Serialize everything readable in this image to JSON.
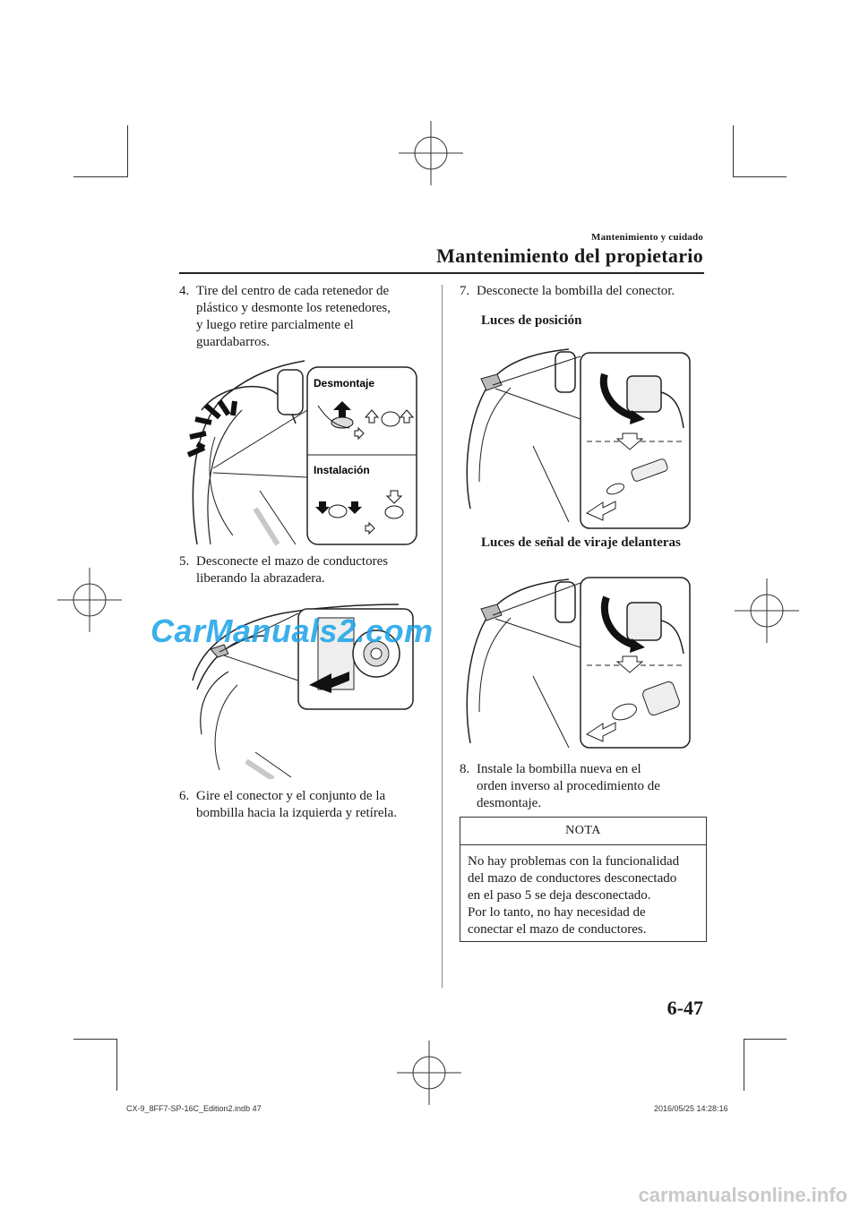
{
  "header": {
    "section_small": "Mantenimiento y cuidado",
    "section_big": "Mantenimiento del propietario"
  },
  "left": {
    "step4": {
      "num": "4.",
      "lines": [
        "Tire del centro de cada retenedor de",
        "plástico y desmonte los retenedores,",
        "y luego retire parcialmente el",
        "guardabarros."
      ]
    },
    "fig1": {
      "label_remove": "Desmontaje",
      "label_install": "Instalación"
    },
    "step5": {
      "num": "5.",
      "lines": [
        "Desconecte el mazo de conductores",
        "liberando la abrazadera."
      ]
    },
    "step6": {
      "num": "6.",
      "lines": [
        "Gire el conector y el conjunto de la",
        "bombilla hacia la izquierda y retírela."
      ]
    }
  },
  "right": {
    "step7": {
      "num": "7.",
      "text": "Desconecte la bombilla del conector."
    },
    "caption_position": "Luces de posición",
    "caption_turn": "Luces de señal de viraje delanteras",
    "step8": {
      "num": "8.",
      "lines": [
        "Instale la bombilla nueva en el",
        "orden inverso al procedimiento de",
        "desmontaje."
      ]
    },
    "note": {
      "title": "NOTA",
      "lines": [
        "No hay problemas con la funcionalidad",
        "del mazo de conductores desconectado",
        "en el paso 5 se deja desconectado.",
        "Por lo tanto, no hay necesidad de",
        "conectar el mazo de conductores."
      ]
    }
  },
  "page_number": "6-47",
  "footer": {
    "file": "CX-9_8FF7-SP-16C_Edition2.indb   47",
    "timestamp": "2016/05/25   14:28:16"
  },
  "watermark": "CarManuals2.com",
  "site": "carmanualsonline.info"
}
